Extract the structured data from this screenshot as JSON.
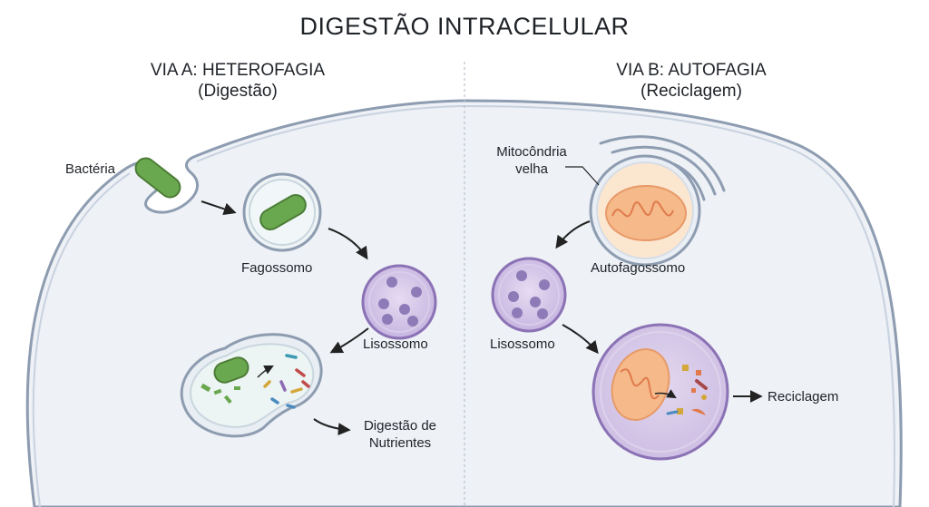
{
  "title": "DIGESTÃO INTRACELULAR",
  "path_a": {
    "heading": "VIA A: HETEROFAGIA",
    "subheading": "(Digestão)",
    "labels": {
      "bacteria": "Bactéria",
      "phagosome": "Fagossomo",
      "lysosome": "Lisossomo",
      "result_line1": "Digestão de",
      "result_line2": "Nutrientes"
    }
  },
  "path_b": {
    "heading": "VIA B: AUTOFAGIA",
    "subheading": "(Reciclagem)",
    "labels": {
      "mito_line1": "Mitocôndria",
      "mito_line2": "velha",
      "autophagosome": "Autofagossomo",
      "lysosome": "Lisossomo",
      "result": "Reciclagem"
    }
  },
  "colors": {
    "cell_fill": "#eef1f6",
    "cell_membrane": "#8d9cb0",
    "bacteria": "#6aa84f",
    "lysosome": "#b8a3d4",
    "lysosome_border": "#8b72b5",
    "mitochondria": "#f5b98a",
    "mito_halo": "#fbe6d0",
    "arrow": "#222222"
  }
}
